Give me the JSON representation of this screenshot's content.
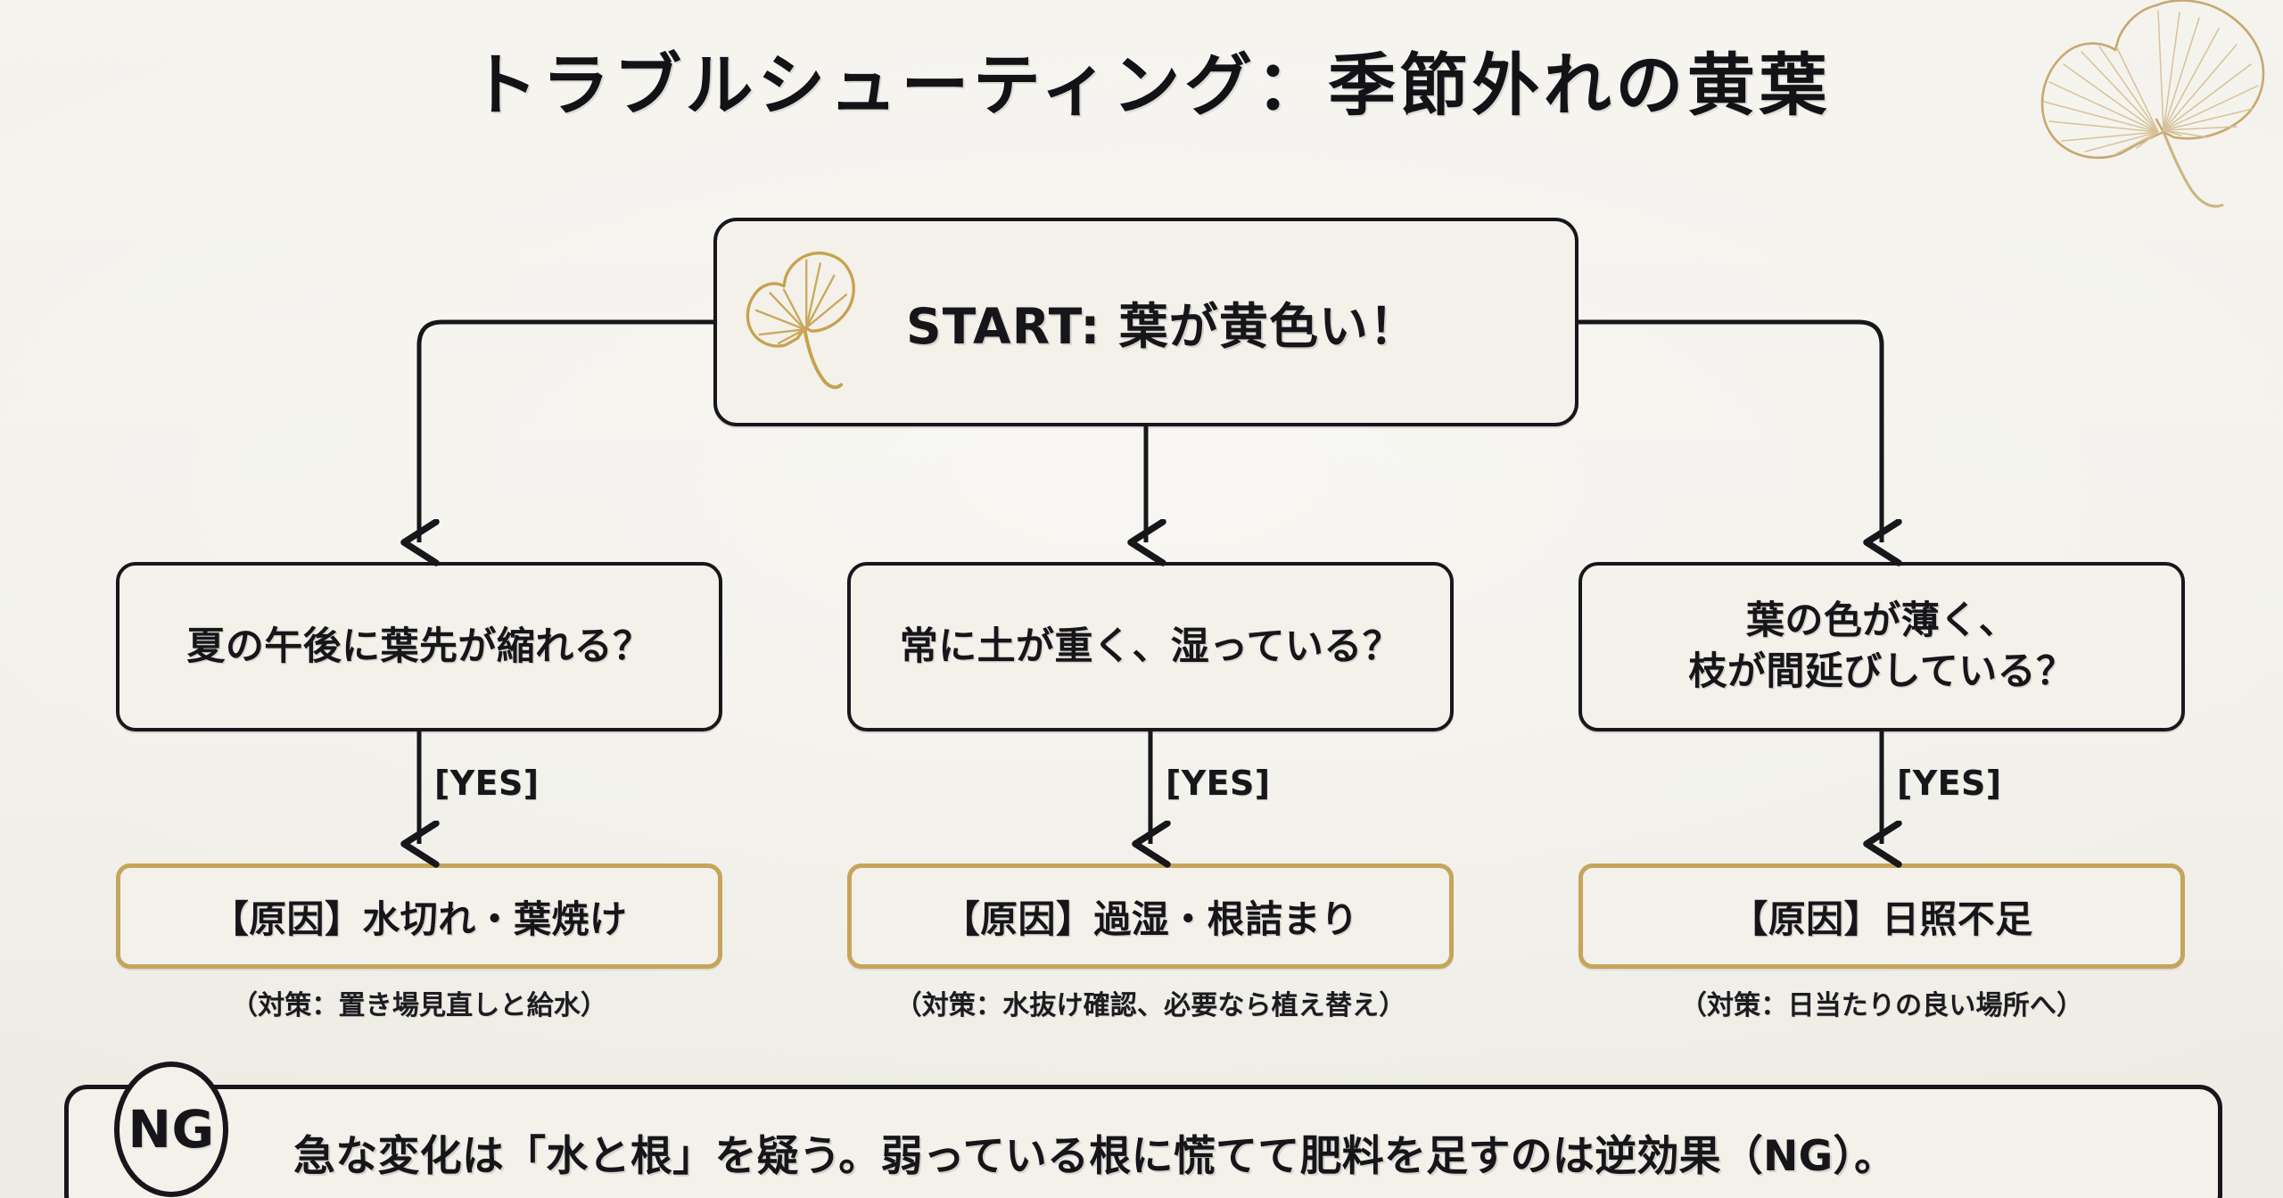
{
  "slide": {
    "title": "トラブルシューティング：季節外れの黄葉",
    "background_color": "#f2f0e9",
    "accent_gold": "#c6a45b",
    "ink_color": "#17171b"
  },
  "decorations": {
    "corner_leaf_icon": "ginkgo-leaf-icon",
    "start_leaf_icon": "ginkgo-leaf-icon"
  },
  "flowchart": {
    "type": "decision-tree",
    "start": {
      "label": "START: 葉が黄色い！"
    },
    "edge_labels": {
      "yes": "[YES]"
    },
    "branches": [
      {
        "question": "夏の午後に葉先が縮れる？",
        "edge_label": "[YES]",
        "result": "【原因】水切れ・葉焼け",
        "caption": "（対策：置き場見直しと給水）"
      },
      {
        "question": "常に土が重く、湿っている？",
        "edge_label": "[YES]",
        "result": "【原因】過湿・根詰まり",
        "caption": "（対策：水抜け確認、必要なら植え替え）"
      },
      {
        "question": "葉の色が薄く、\n枝が間延びしている？",
        "edge_label": "[YES]",
        "result": "【原因】日照不足",
        "caption": "（対策：日当たりの良い場所へ）"
      }
    ]
  },
  "footer": {
    "badge": "NG",
    "message": "急な変化は「水と根」を疑う。弱っている根に慌てて肥料を足すのは逆効果（NG）。"
  }
}
